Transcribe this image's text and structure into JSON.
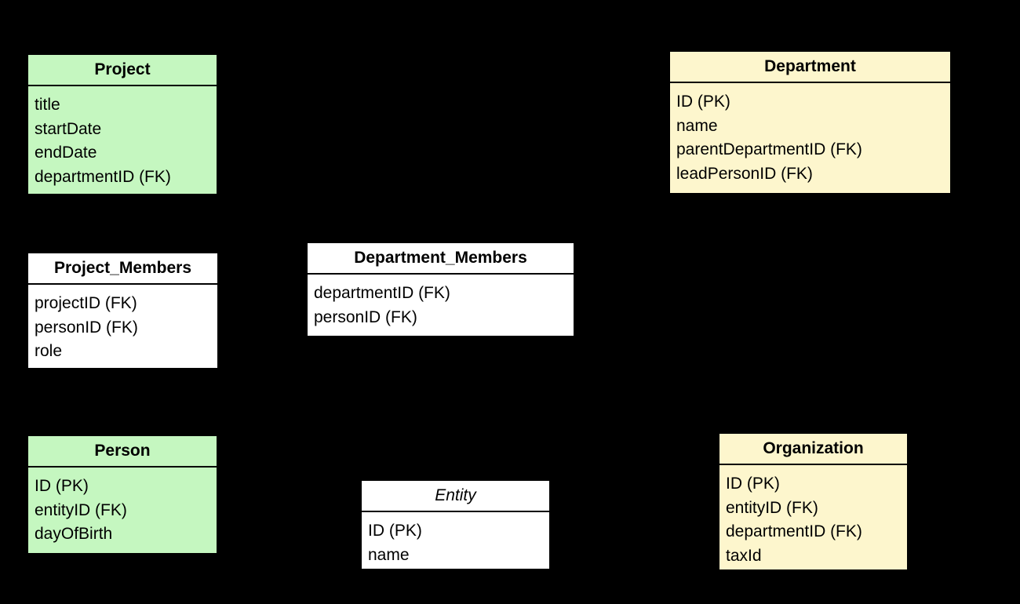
{
  "diagram": {
    "background_color": "#000000",
    "border_color": "#000000",
    "colors": {
      "green": "#c5f7c0",
      "yellow": "#fdf6cd",
      "white": "#ffffff"
    },
    "tables": [
      {
        "name": "Project",
        "title": "Project",
        "fill": "green",
        "abstract": false,
        "attributes": [
          "title",
          "startDate",
          "endDate",
          "departmentID (FK)"
        ]
      },
      {
        "name": "Department",
        "title": "Department",
        "fill": "yellow",
        "abstract": false,
        "attributes": [
          "ID (PK)",
          "name",
          "parentDepartmentID (FK)",
          "leadPersonID (FK)"
        ]
      },
      {
        "name": "Project_Members",
        "title": "Project_Members",
        "fill": "white",
        "abstract": false,
        "attributes": [
          "projectID (FK)",
          "personID (FK)",
          "role"
        ]
      },
      {
        "name": "Department_Members",
        "title": "Department_Members",
        "fill": "white",
        "abstract": false,
        "attributes": [
          "departmentID (FK)",
          "personID (FK)"
        ]
      },
      {
        "name": "Person",
        "title": "Person",
        "fill": "green",
        "abstract": false,
        "attributes": [
          "ID (PK)",
          "entityID (FK)",
          "dayOfBirth"
        ]
      },
      {
        "name": "Entity",
        "title": "Entity",
        "fill": "white",
        "abstract": true,
        "attributes": [
          "ID (PK)",
          "name"
        ]
      },
      {
        "name": "Organization",
        "title": "Organization",
        "fill": "yellow",
        "abstract": false,
        "attributes": [
          "ID (PK)",
          "entityID (FK)",
          "departmentID (FK)",
          "taxId"
        ]
      }
    ]
  }
}
